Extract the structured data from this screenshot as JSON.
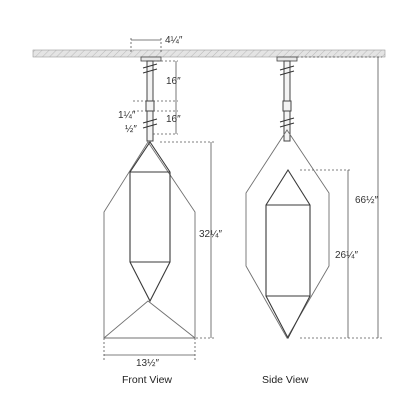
{
  "dimensions": {
    "canopy_width": "4¼″",
    "rod_upper": "16″",
    "rod_connector": "1¼″",
    "rod_lower": "16″",
    "rod_short": "½″",
    "fixture_height": "32¼″",
    "fixture_width": "13½″",
    "body_height": "26¼″",
    "overall_height": "66½″"
  },
  "views": {
    "front": "Front View",
    "side": "Side View"
  },
  "colors": {
    "line": "#555555",
    "shade_outline": "#707070",
    "ceiling_fill": "#dddddd"
  }
}
